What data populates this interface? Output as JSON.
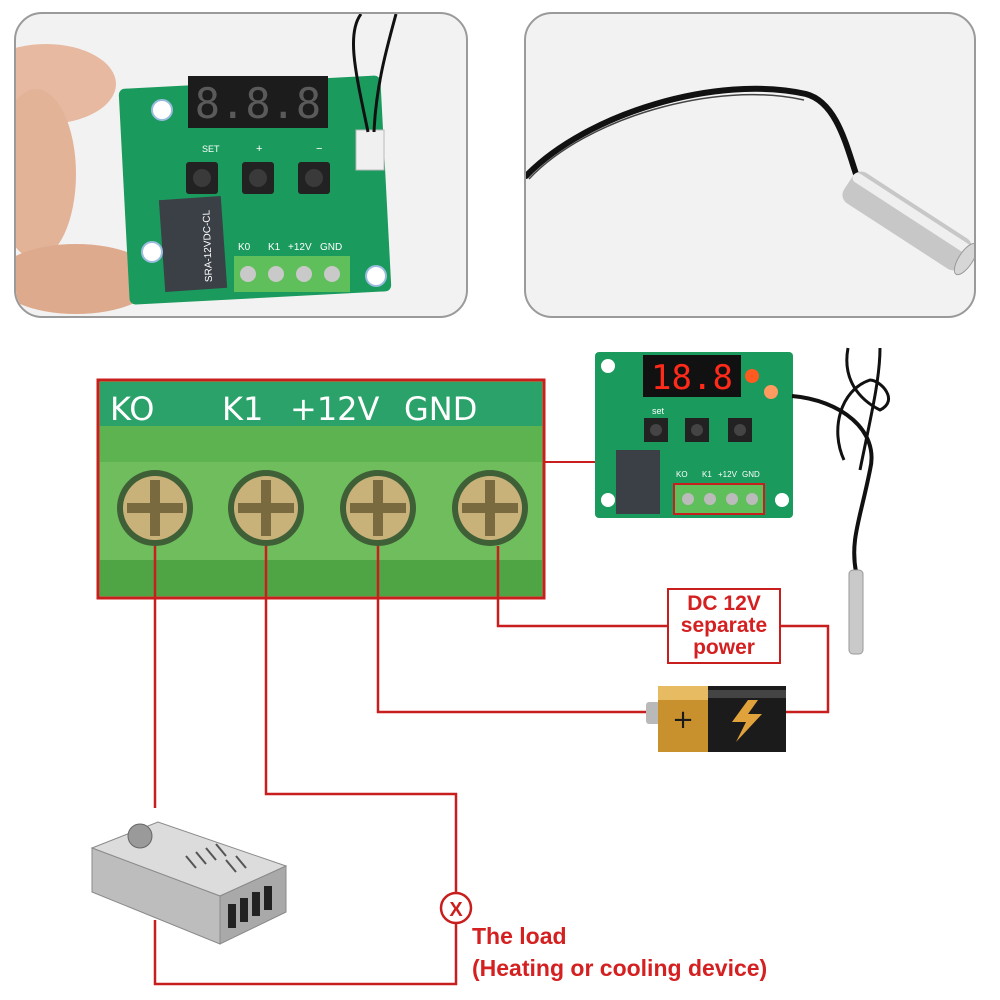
{
  "top_photos": {
    "board": {
      "display": "8.8.8",
      "buttons": [
        "SET",
        "+",
        "−"
      ],
      "relay_text": "SRA-12VDC-CL",
      "terminals": [
        "K0",
        "K1",
        "+12V",
        "GND"
      ]
    },
    "probe": {}
  },
  "terminal_block": {
    "labels": [
      "KO",
      "K1",
      "+12V",
      "GND"
    ]
  },
  "mini_board": {
    "display": "18.8",
    "buttons": [
      "set",
      "",
      ""
    ],
    "terminals": [
      "KO",
      "K1",
      "+12V",
      "GND"
    ]
  },
  "power_label": {
    "line1": "DC 12V",
    "line2": "separate",
    "line3": "power"
  },
  "load": {
    "symbol": "X",
    "line1": "The load",
    "line2": "(Heating or cooling device)"
  },
  "colors": {
    "wire": "#c81e1e",
    "pcb": "#1a9a5c",
    "terminal": "#6cbc5a",
    "display_led": "#ff2a1a"
  },
  "icons": [
    "battery-icon",
    "lightning-bolt-icon",
    "power-supply-icon",
    "temperature-probe-icon"
  ]
}
